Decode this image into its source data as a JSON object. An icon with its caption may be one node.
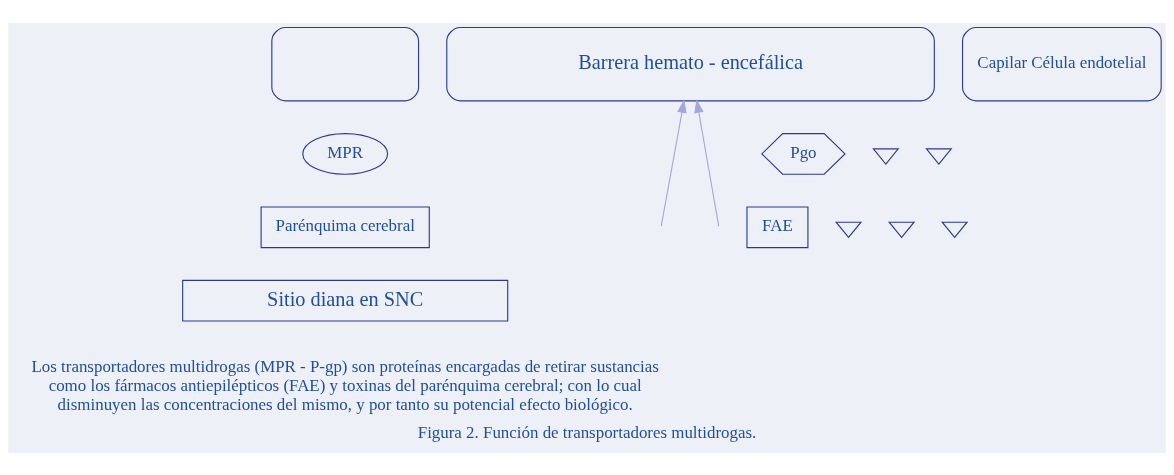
{
  "diagram": {
    "caption": "Figura 2. Función de transportadores multidrogas.",
    "nodes": [
      {
        "text": [],
        "shape": "box"
      },
      {
        "text": [
          "Barrera hemato - encefálica"
        ]
      },
      {
        "text": [
          "Capilar Célula endotelial"
        ]
      },
      {
        "text": [
          "MPR"
        ]
      },
      {
        "text": [
          "Pgo"
        ]
      },
      {
        "text": [
          "Parénquima cerebral"
        ]
      },
      {
        "text": [
          "FAE"
        ]
      },
      {
        "text": [
          "Sitio diana en SNC"
        ]
      },
      {
        "text": [],
        "shape": "triangle"
      },
      {
        "text": [],
        "shape": "triangle"
      },
      {
        "text": [],
        "shape": "triangle"
      },
      {
        "text": [],
        "shape": "triangle"
      },
      {
        "text": [],
        "shape": "triangle"
      }
    ],
    "edges": [
      {
        "from": null,
        "to": 1,
        "arrow": "to",
        "color": "#a4a8d8"
      },
      {
        "from": null,
        "to": 1,
        "arrow": "to",
        "color": "#a4a8d8"
      }
    ],
    "labels": [
      "Los transportadores multidrogas (MPR - P-gp) son proteínas encargadas de retirar sustancias como los fármacos antiepilépticos (FAE) y toxinas del parénquima cerebral; con lo cual disminuyen las concentraciones del mismo, y por tanto su potencial efecto biológico."
    ]
  }
}
